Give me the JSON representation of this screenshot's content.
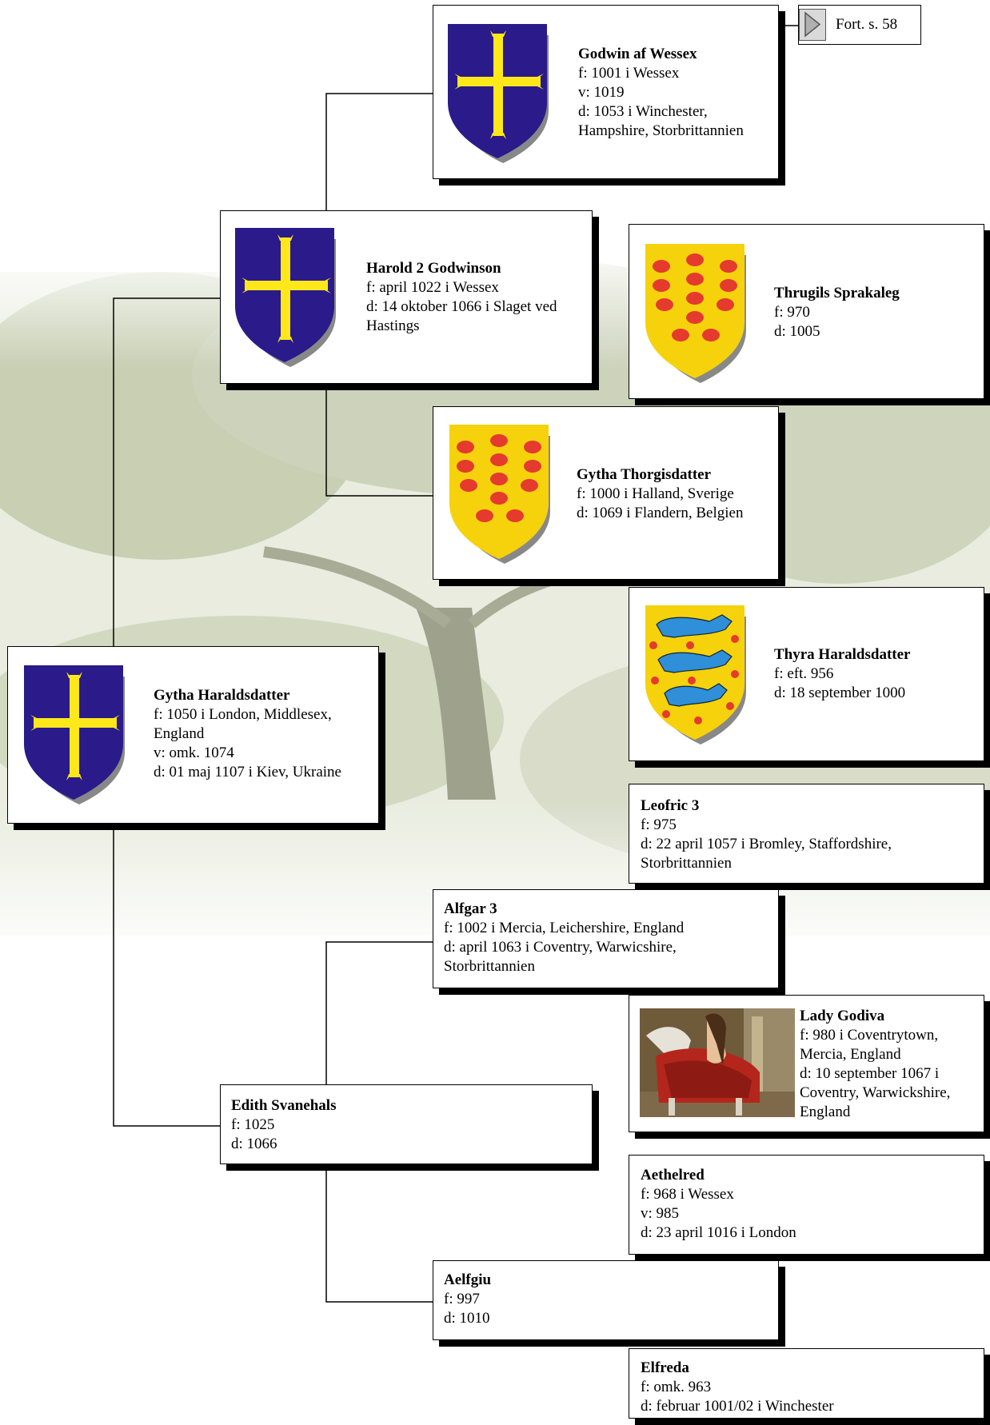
{
  "fort": {
    "label": "Fort. s. 58"
  },
  "people": {
    "godwin": {
      "name": "Godwin af Wessex",
      "lines": [
        "f: 1001 i Wessex",
        "v: 1019",
        "d: 1053 i Winchester,",
        "Hampshire, Storbrittannien"
      ]
    },
    "harold": {
      "name": "Harold 2 Godwinson",
      "lines": [
        "f: april 1022 i Wessex",
        "d: 14 oktober 1066 i Slaget ved",
        "Hastings"
      ]
    },
    "thrugils": {
      "name": "Thrugils Sprakaleg",
      "lines": [
        "f: 970",
        "d: 1005"
      ]
    },
    "gytha_t": {
      "name": "Gytha Thorgisdatter",
      "lines": [
        "f: 1000 i Halland, Sverige",
        "d: 1069 i Flandern, Belgien"
      ]
    },
    "thyra": {
      "name": "Thyra Haraldsdatter",
      "lines": [
        "f: eft. 956",
        "d: 18 september 1000"
      ]
    },
    "gytha_h": {
      "name": "Gytha Haraldsdatter",
      "lines": [
        "f: 1050 i London, Middlesex,",
        "England",
        "v: omk. 1074",
        "d: 01 maj 1107 i Kiev, Ukraine"
      ]
    },
    "leofric": {
      "name": "Leofric 3",
      "lines": [
        "f: 975",
        "d: 22 april 1057 i Bromley, Staffordshire,",
        "Storbrittannien"
      ]
    },
    "alfgar": {
      "name": "Alfgar 3",
      "lines": [
        "f: 1002 i Mercia, Leichershire, England",
        "d: april 1063 i Coventry, Warwicshire,",
        "Storbrittannien"
      ]
    },
    "godiva": {
      "name": "Lady Godiva",
      "lines": [
        "f: 980 i Coventrytown,",
        "Mercia, England",
        "d: 10 september 1067 i",
        "Coventry, Warwickshire,",
        "England"
      ]
    },
    "edith": {
      "name": "Edith Svanehals",
      "lines": [
        "f: 1025",
        "d: 1066"
      ]
    },
    "aethelred": {
      "name": "Aethelred",
      "lines": [
        "f: 968 i Wessex",
        "v: 985",
        "d: 23 april 1016 i London"
      ]
    },
    "aelfgiu": {
      "name": "Aelfgiu",
      "lines": [
        "f: 997",
        "d: 1010"
      ]
    },
    "elfreda": {
      "name": "Elfreda",
      "lines": [
        "f: omk. 963",
        "d: februar 1001/02 i Winchester"
      ]
    }
  },
  "colors": {
    "shield_blue": "#2a1a8a",
    "cross_yellow": "#ffe81a",
    "shield_yellow": "#f5d20c",
    "heart_red": "#e53a2e",
    "lion_blue": "#2f8fd8"
  },
  "icons": {
    "cross_shield": "cross-shield-icon",
    "hearts_shield": "hearts-shield-icon",
    "lions_shield": "lions-shield-icon",
    "portrait": "lady-godiva-portrait"
  }
}
